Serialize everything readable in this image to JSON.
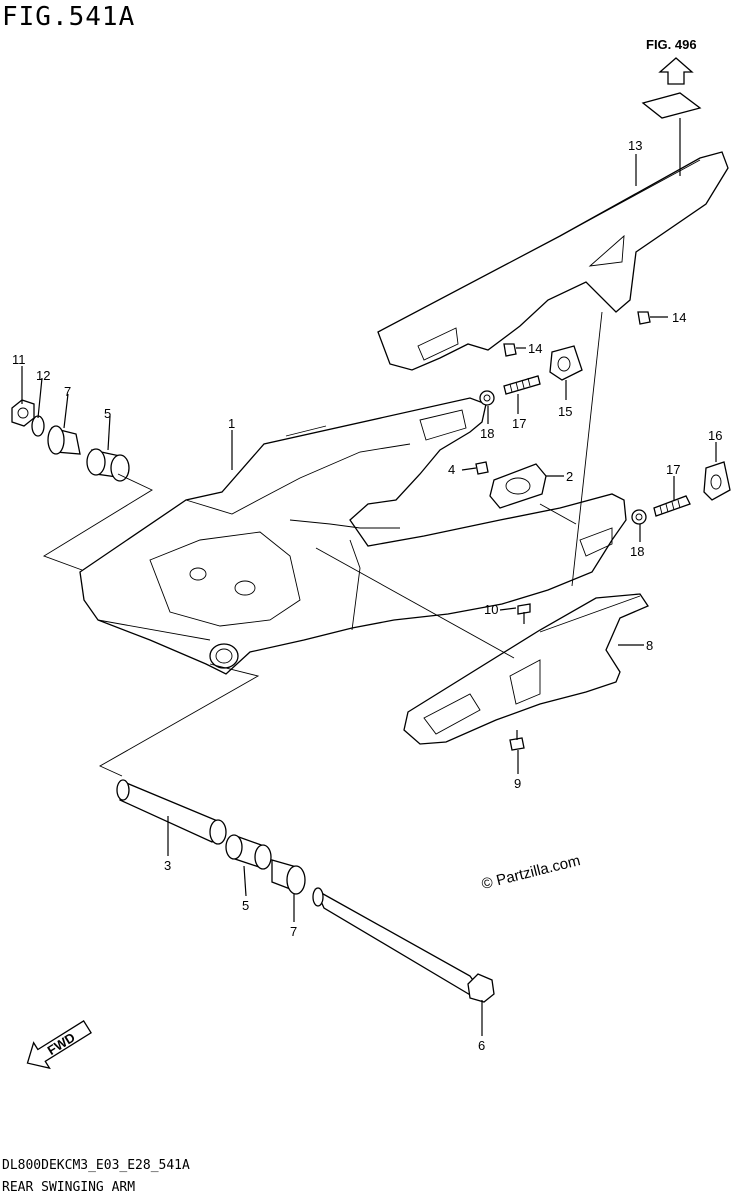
{
  "figure": {
    "title": "FIG.541A",
    "reference": "FIG. 496",
    "watermark": "© Partzilla.com",
    "model_code": "DL800DEKCM3_E03_E28_541A",
    "caption": "REAR SWINGING ARM",
    "fwd_label": "FWD"
  },
  "callouts": [
    {
      "id": "c13",
      "text": "13"
    },
    {
      "id": "c14a",
      "text": "14"
    },
    {
      "id": "c14b",
      "text": "14"
    },
    {
      "id": "c15",
      "text": "15"
    },
    {
      "id": "c18a",
      "text": "18"
    },
    {
      "id": "c17a",
      "text": "17"
    },
    {
      "id": "c1",
      "text": "1"
    },
    {
      "id": "c11",
      "text": "11"
    },
    {
      "id": "c12",
      "text": "12"
    },
    {
      "id": "c7a",
      "text": "7"
    },
    {
      "id": "c5a",
      "text": "5"
    },
    {
      "id": "c4",
      "text": "4"
    },
    {
      "id": "c2",
      "text": "2"
    },
    {
      "id": "c16",
      "text": "16"
    },
    {
      "id": "c17b",
      "text": "17"
    },
    {
      "id": "c18b",
      "text": "18"
    },
    {
      "id": "c10",
      "text": "10"
    },
    {
      "id": "c8",
      "text": "8"
    },
    {
      "id": "c9",
      "text": "9"
    },
    {
      "id": "c3",
      "text": "3"
    },
    {
      "id": "c5b",
      "text": "5"
    },
    {
      "id": "c7b",
      "text": "7"
    },
    {
      "id": "c6",
      "text": "6"
    }
  ]
}
